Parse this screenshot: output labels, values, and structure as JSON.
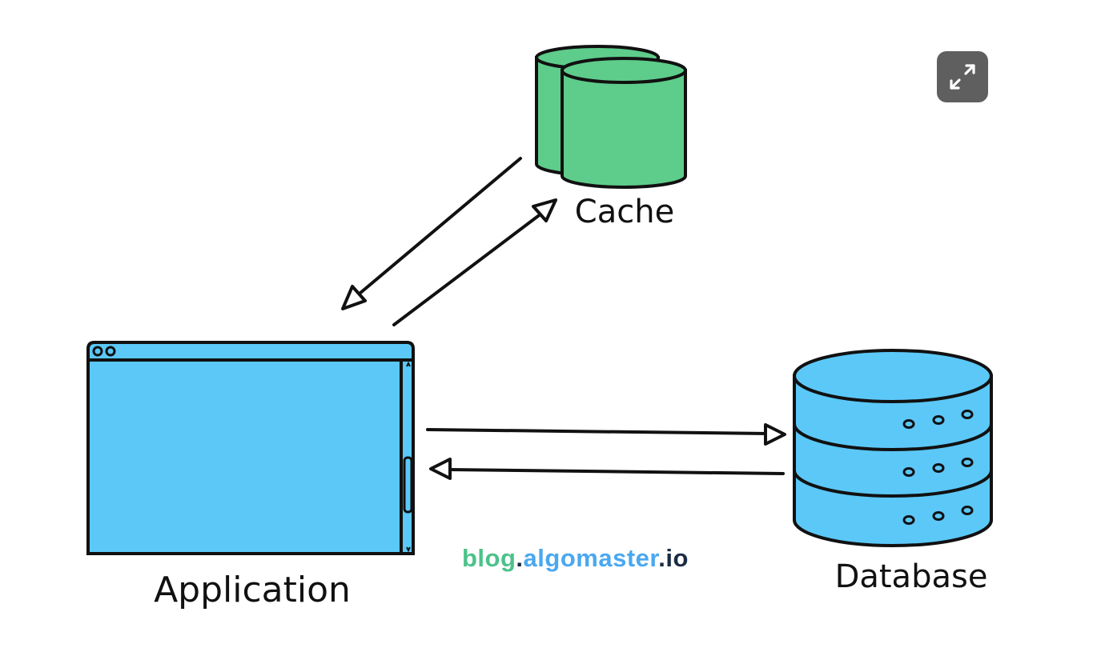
{
  "nodes": {
    "cache": {
      "label": "Cache"
    },
    "application": {
      "label": "Application"
    },
    "database": {
      "label": "Database"
    }
  },
  "brand": {
    "part1": "blog",
    "dot1": ".",
    "part2": "algomaster",
    "dot2": ".",
    "part3": "io"
  },
  "controls": {
    "expand_icon": "expand-arrows-icon"
  },
  "colors": {
    "cache_fill": "#5ecc8b",
    "app_fill": "#5bc8f8",
    "db_fill": "#5bc8f8",
    "brand_green": "#4cc28a",
    "brand_blue": "#4aa8f0",
    "brand_dark": "#1a2b44",
    "button_bg": "#5f5f5f"
  }
}
